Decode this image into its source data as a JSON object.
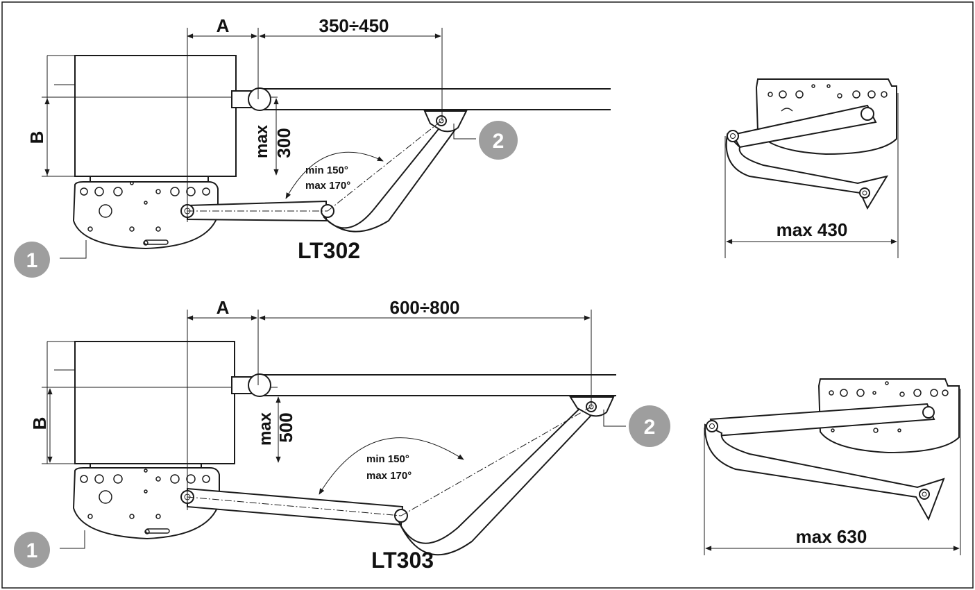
{
  "top": {
    "dim_a": "A",
    "dim_span": "350÷450",
    "dim_b": "B",
    "dim_max_label": "max",
    "dim_max_value": "300",
    "angle_min": "min 150°",
    "angle_max": "max 170°",
    "model": "LT302",
    "callout_1": "1",
    "callout_2": "2",
    "side_dim": "max 430"
  },
  "bottom": {
    "dim_a": "A",
    "dim_span": "600÷800",
    "dim_b": "B",
    "dim_max_label": "max",
    "dim_max_value": "500",
    "angle_min": "min 150°",
    "angle_max": "max 170°",
    "model": "LT303",
    "callout_1": "1",
    "callout_2": "2",
    "side_dim": "max 630"
  },
  "colors": {
    "line": "#1a1a1a",
    "badge": "#9e9e9e",
    "background": "#ffffff"
  }
}
